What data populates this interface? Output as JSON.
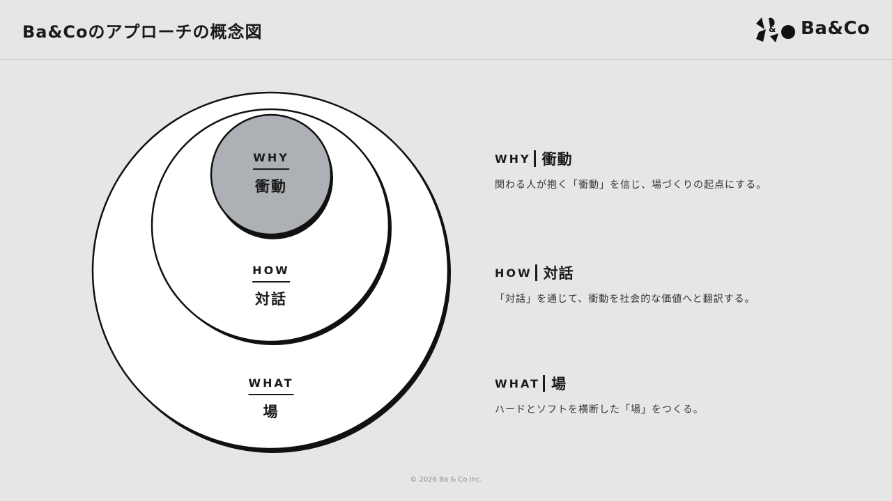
{
  "header": {
    "title": "Ba&Coのアプローチの概念図",
    "logo_text": "Ba&Co",
    "logo_mark_text": "&"
  },
  "diagram": {
    "circles": [
      {
        "id": "what",
        "en": "WHAT",
        "ja": "場",
        "fill": "#ffffff"
      },
      {
        "id": "how",
        "en": "HOW",
        "ja": "対話",
        "fill": "#ffffff"
      },
      {
        "id": "why",
        "en": "WHY",
        "ja": "衝動",
        "fill": "#adb1b5"
      }
    ]
  },
  "legend": [
    {
      "en": "WHY",
      "ja": "衝動",
      "desc": "関わる人が抱く「衝動」を信じ、場づくりの起点にする。"
    },
    {
      "en": "HOW",
      "ja": "対話",
      "desc": "「対話」を通じて、衝動を社会的な価値へと翻訳する。"
    },
    {
      "en": "WHAT",
      "ja": "場",
      "desc": "ハードとソフトを横断した「場」をつくる。"
    }
  ],
  "footer": {
    "copyright": "© 2026 Ba & Co Inc."
  },
  "colors": {
    "background": "#e6e6e6",
    "stroke": "#111111",
    "why_fill": "#adb1b5"
  }
}
